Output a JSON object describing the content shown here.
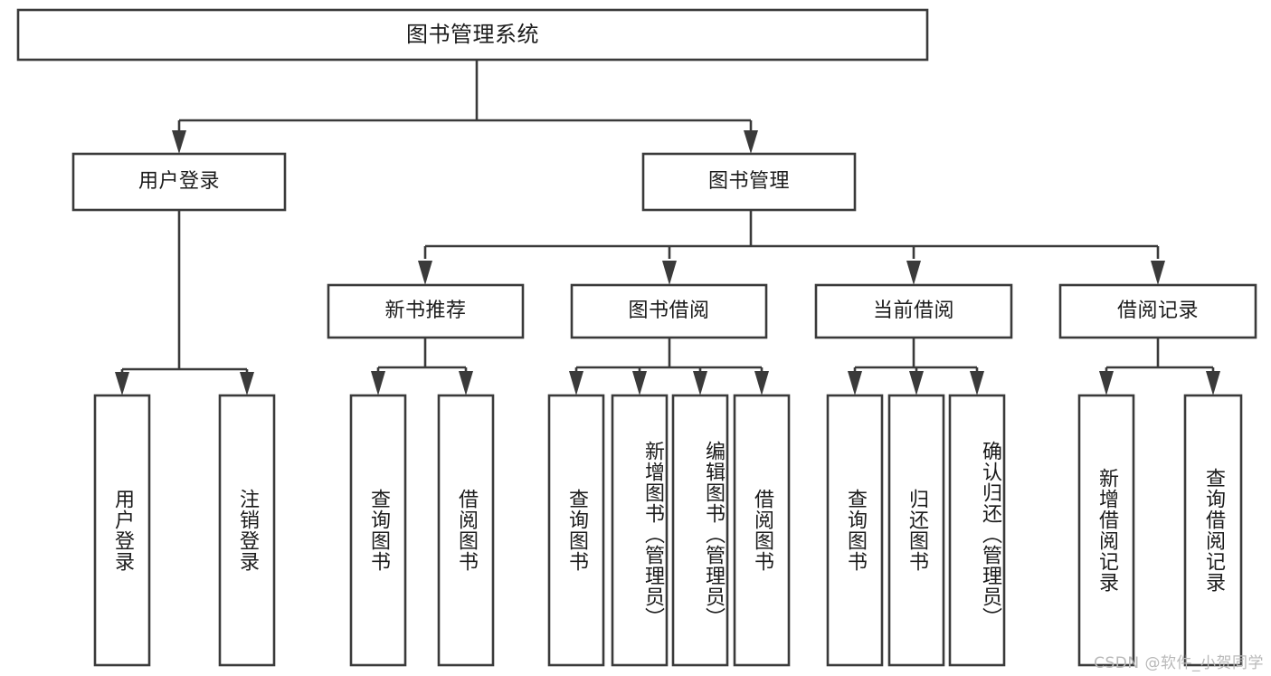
{
  "diagram": {
    "title": "图书管理系统",
    "type": "hierarchy-tree",
    "root": {
      "id": "root",
      "label": "图书管理系统",
      "level": 0
    },
    "level1": [
      {
        "id": "user-login",
        "label": "用户登录",
        "level": 1
      },
      {
        "id": "book-manage",
        "label": "图书管理",
        "level": 1
      }
    ],
    "level2": [
      {
        "id": "new-book-recommend",
        "label": "新书推荐",
        "level": 2,
        "parent": "book-manage"
      },
      {
        "id": "book-borrow",
        "label": "图书借阅",
        "level": 2,
        "parent": "book-manage"
      },
      {
        "id": "current-borrow",
        "label": "当前借阅",
        "level": 2,
        "parent": "book-manage"
      },
      {
        "id": "borrow-record",
        "label": "借阅记录",
        "level": 2,
        "parent": "book-manage"
      }
    ],
    "leaves": [
      {
        "id": "leaf-user-login",
        "label": "用户登录",
        "parent": "user-login"
      },
      {
        "id": "leaf-logout-login",
        "label": "注销登录",
        "parent": "user-login"
      },
      {
        "id": "leaf-query-book-rec",
        "label": "查询图书",
        "parent": "new-book-recommend"
      },
      {
        "id": "leaf-borrow-book-rec",
        "label": "借阅图书",
        "parent": "new-book-recommend"
      },
      {
        "id": "leaf-query-book-borrow",
        "label": "查询图书",
        "parent": "book-borrow"
      },
      {
        "id": "leaf-add-book-admin",
        "label": "新增图书（管理员）",
        "parent": "book-borrow"
      },
      {
        "id": "leaf-edit-book-admin",
        "label": "编辑图书（管理员）",
        "parent": "book-borrow"
      },
      {
        "id": "leaf-borrow-book",
        "label": "借阅图书",
        "parent": "book-borrow"
      },
      {
        "id": "leaf-query-book-current",
        "label": "查询图书",
        "parent": "current-borrow"
      },
      {
        "id": "leaf-return-book",
        "label": "归还图书",
        "parent": "current-borrow"
      },
      {
        "id": "leaf-confirm-return-admin",
        "label": "确认归还（管理员）",
        "parent": "current-borrow"
      },
      {
        "id": "leaf-add-borrow-record",
        "label": "新增借阅记录",
        "parent": "borrow-record"
      },
      {
        "id": "leaf-query-borrow-record",
        "label": "查询借阅记录",
        "parent": "borrow-record"
      }
    ],
    "colors": {
      "stroke": "#3a3a3a",
      "fill": "#ffffff",
      "text": "#1b1b1b",
      "watermark": "#b9b9b9"
    }
  },
  "watermark": {
    "text": "CSDN @软件_小贺同学"
  }
}
